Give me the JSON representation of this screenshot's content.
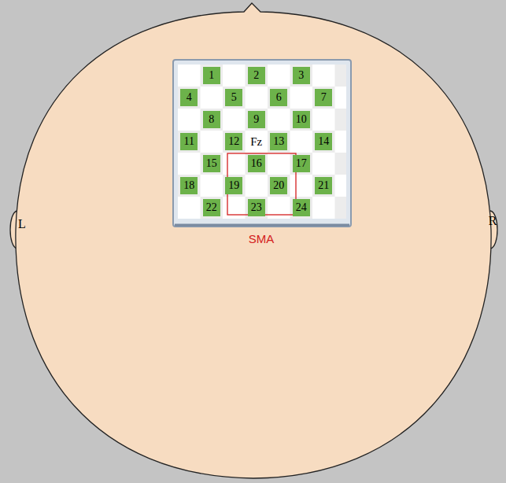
{
  "diagram": {
    "nodes": [
      {
        "text": [
          "1"
        ]
      },
      {
        "text": [
          "2"
        ]
      },
      {
        "text": [
          "3"
        ]
      },
      {
        "text": [
          "4"
        ]
      },
      {
        "text": [
          "5"
        ]
      },
      {
        "text": [
          "6"
        ]
      },
      {
        "text": [
          "7"
        ]
      },
      {
        "text": [
          "8"
        ]
      },
      {
        "text": [
          "9"
        ]
      },
      {
        "text": [
          "10"
        ]
      },
      {
        "text": [
          "11"
        ]
      },
      {
        "text": [
          "12"
        ]
      },
      {
        "text": [
          "13"
        ]
      },
      {
        "text": [
          "14"
        ]
      },
      {
        "text": [
          "15"
        ]
      },
      {
        "text": [
          "16"
        ]
      },
      {
        "text": [
          "17"
        ]
      },
      {
        "text": [
          "18"
        ]
      },
      {
        "text": [
          "19"
        ]
      },
      {
        "text": [
          "20"
        ]
      },
      {
        "text": [
          "21"
        ]
      },
      {
        "text": [
          "22"
        ]
      },
      {
        "text": [
          "23"
        ]
      },
      {
        "text": [
          "24"
        ]
      }
    ],
    "labels": [
      "Fz",
      "SMA",
      "L",
      "R"
    ]
  }
}
